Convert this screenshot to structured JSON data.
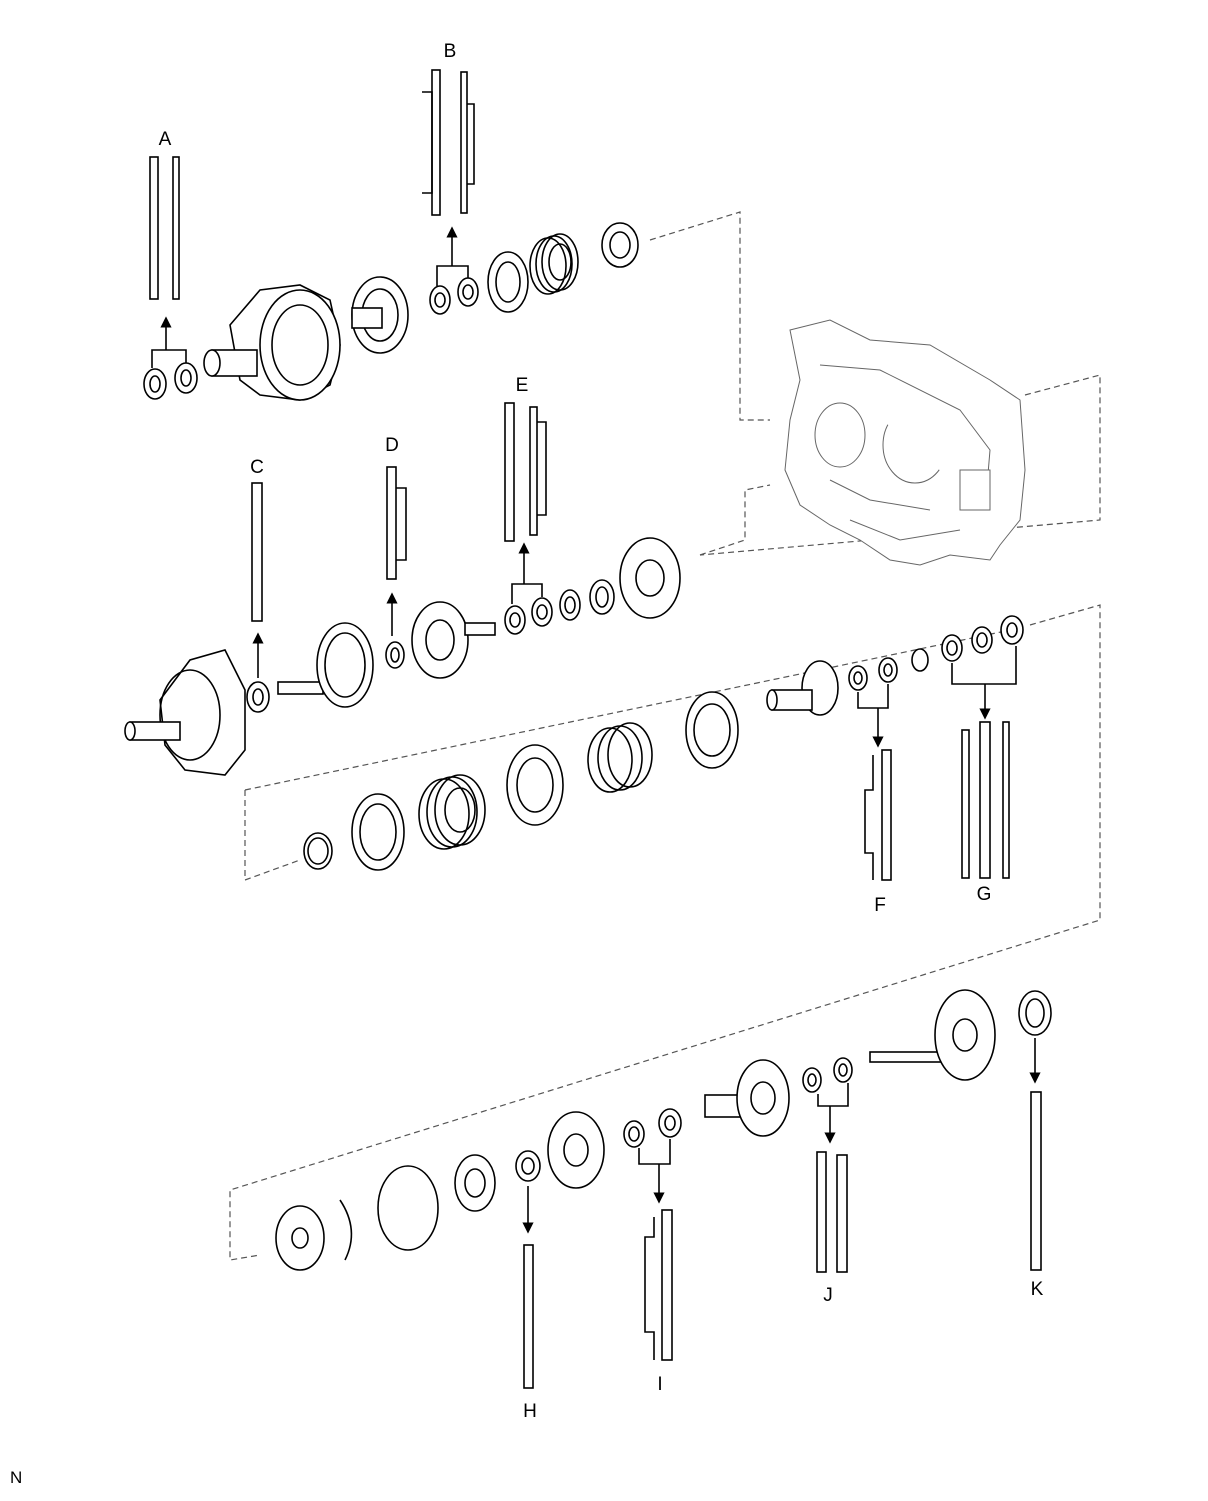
{
  "labels": {
    "A": "A",
    "B": "B",
    "C": "C",
    "D": "D",
    "E": "E",
    "F": "F",
    "G": "G",
    "H": "H",
    "I": "I",
    "J": "J",
    "K": "K"
  },
  "corner_mark": "N"
}
